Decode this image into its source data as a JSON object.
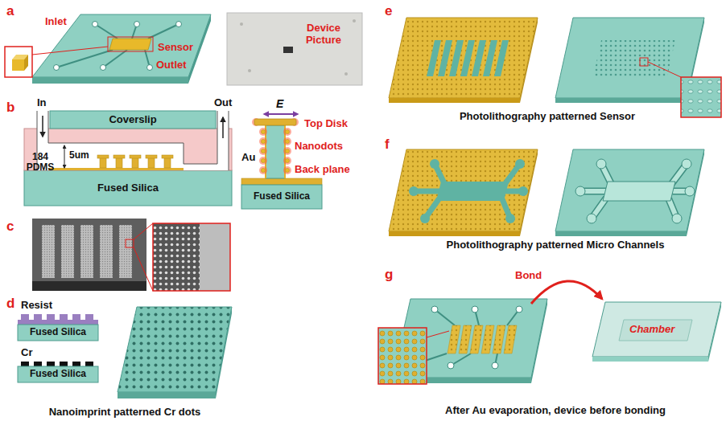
{
  "diagram": {
    "nodes": [
      {
        "text": [
          "Coverslip"
        ]
      },
      {
        "text": [
          "184 PDMS"
        ]
      },
      {
        "text": [
          "Fused Silica"
        ]
      },
      {
        "text": [
          "Fused Silica"
        ]
      },
      {
        "text": [
          "Fused Silica"
        ]
      },
      {
        "text": [
          "Fused Silica"
        ]
      }
    ],
    "labels": [
      "a",
      "Inlet",
      "Sensor",
      "Outlet",
      "Device Picture",
      "b",
      "In",
      "Out",
      "5um",
      "E",
      "Top Disk",
      "Nanodots",
      "Au",
      "Back plane",
      "c",
      "d",
      "Resist",
      "Cr",
      "Nanoimprint patterned Cr dots",
      "e",
      "Photolithography patterned Sensor",
      "f",
      "Photolithography patterned Micro Channels",
      "g",
      "Bond",
      "Chamber",
      "After Au evaporation, device before bonding"
    ]
  }
}
